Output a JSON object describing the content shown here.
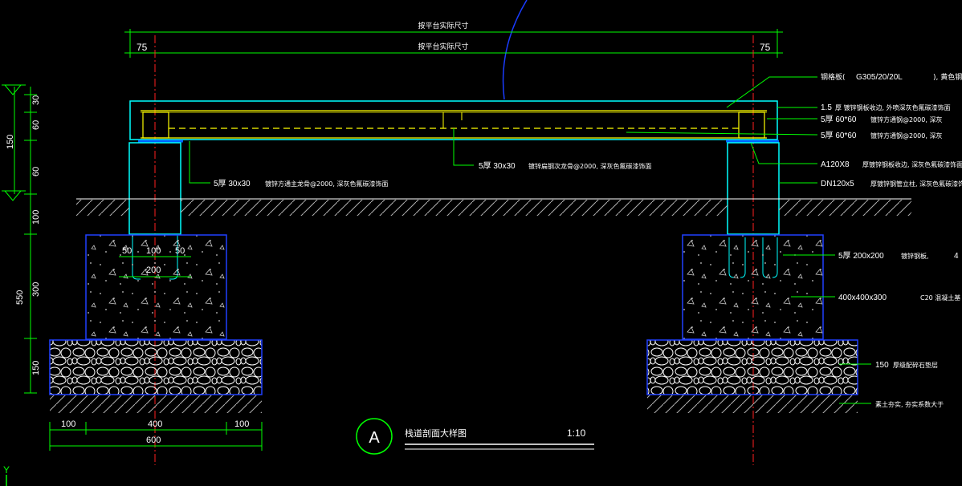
{
  "title": {
    "marker": "A",
    "text": "栈道剖面大样图",
    "scale": "1:10"
  },
  "top_dims": {
    "row1": "按平台实际尺寸",
    "row2": "按平台实际尺寸",
    "left_offset": "75",
    "right_offset": "75"
  },
  "left_dims": {
    "upper": [
      "30",
      "60",
      "60",
      "100"
    ],
    "upper_total": "150",
    "lower": [
      "300",
      "150"
    ],
    "lower_total": "550"
  },
  "bottom_dims": {
    "parts": [
      "100",
      "400",
      "100"
    ],
    "total": "600"
  },
  "post_dims": [
    "50",
    "100",
    "50",
    "200"
  ],
  "callouts": {
    "c1": {
      "code": "G305/20/20L",
      "prefix": "钢格板(",
      "suffix": "), 黄色钢"
    },
    "c2": {
      "code": "1.5",
      "text": "厚 镀锌钢板收边, 外喷深灰色氟碳漆饰面"
    },
    "c3": {
      "code": "5厚 60*60",
      "text": "镀锌方通钢@2000, 深灰"
    },
    "c4": {
      "code": "5厚 60*60",
      "text": "镀锌方通钢@2000, 深灰"
    },
    "c5": {
      "code": "A120X8",
      "text": "厚镀锌钢板收边, 深灰色氟碳漆饰面"
    },
    "c6": {
      "code": "DN120x5",
      "text": "厚镀锌钢管立柱, 深灰色氟碳漆饰面"
    },
    "c7": {
      "code": "5厚 200x200",
      "text": "镀锌钢板,",
      "extra": "4"
    },
    "c8": {
      "code": "400x400x300",
      "text": "C20  混凝土基"
    },
    "c9": {
      "code": "150",
      "text": "厚级配碎石垫层"
    },
    "c10": {
      "text": "素土夯实, 夯实系数大于"
    },
    "mid1": {
      "code": "5厚 30x30",
      "text": "镀锌扁钢次龙骨@2000, 深灰色氟碳漆饰面"
    },
    "mid2": {
      "code": "5厚 30x30",
      "text": "镀锌方通主龙骨@2000, 深灰色氟碳漆饰面"
    }
  },
  "colors": {
    "background": "#000000",
    "dim": "#00ff00",
    "structure": "#00ffff",
    "yellow": "#ffff00",
    "concrete": "#0000ff",
    "axis": "#ff0000",
    "text": "#ffffff",
    "hatch": "#c0c0c0"
  }
}
